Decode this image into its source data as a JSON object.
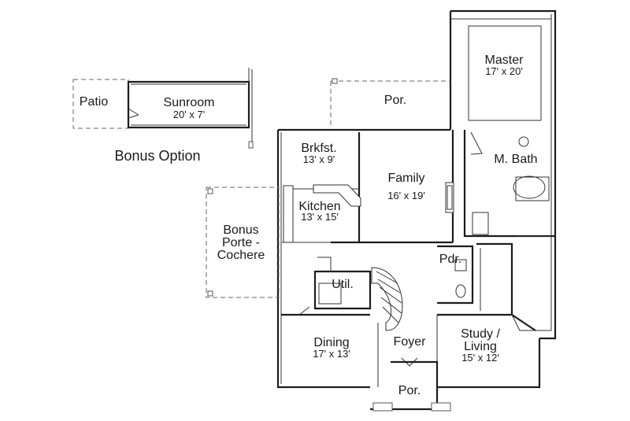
{
  "bonus_option": {
    "caption": "Bonus Option",
    "patio": {
      "name": "Patio"
    },
    "sunroom": {
      "name": "Sunroom",
      "dim": "20' x 7'"
    }
  },
  "rooms": {
    "rear_porch": {
      "name": "Por."
    },
    "master": {
      "name": "Master",
      "dim": "17' x 20'"
    },
    "master_bath": {
      "name": "M. Bath"
    },
    "breakfast": {
      "name": "Brkfst.",
      "dim": "13' x 9'"
    },
    "family": {
      "name": "Family",
      "dim": "16' x 19'"
    },
    "kitchen": {
      "name": "Kitchen",
      "dim": "13' x 15'"
    },
    "porte_cochere": {
      "line1": "Bonus",
      "line2": "Porte -",
      "line3": "Cochere"
    },
    "utility": {
      "name": "Util."
    },
    "powder": {
      "name": "Pdr."
    },
    "dining": {
      "name": "Dining",
      "dim": "17' x 13'"
    },
    "foyer": {
      "name": "Foyer"
    },
    "study": {
      "line1": "Study /",
      "line2": "Living",
      "dim": "15' x 12'"
    },
    "front_porch": {
      "name": "Por."
    }
  }
}
